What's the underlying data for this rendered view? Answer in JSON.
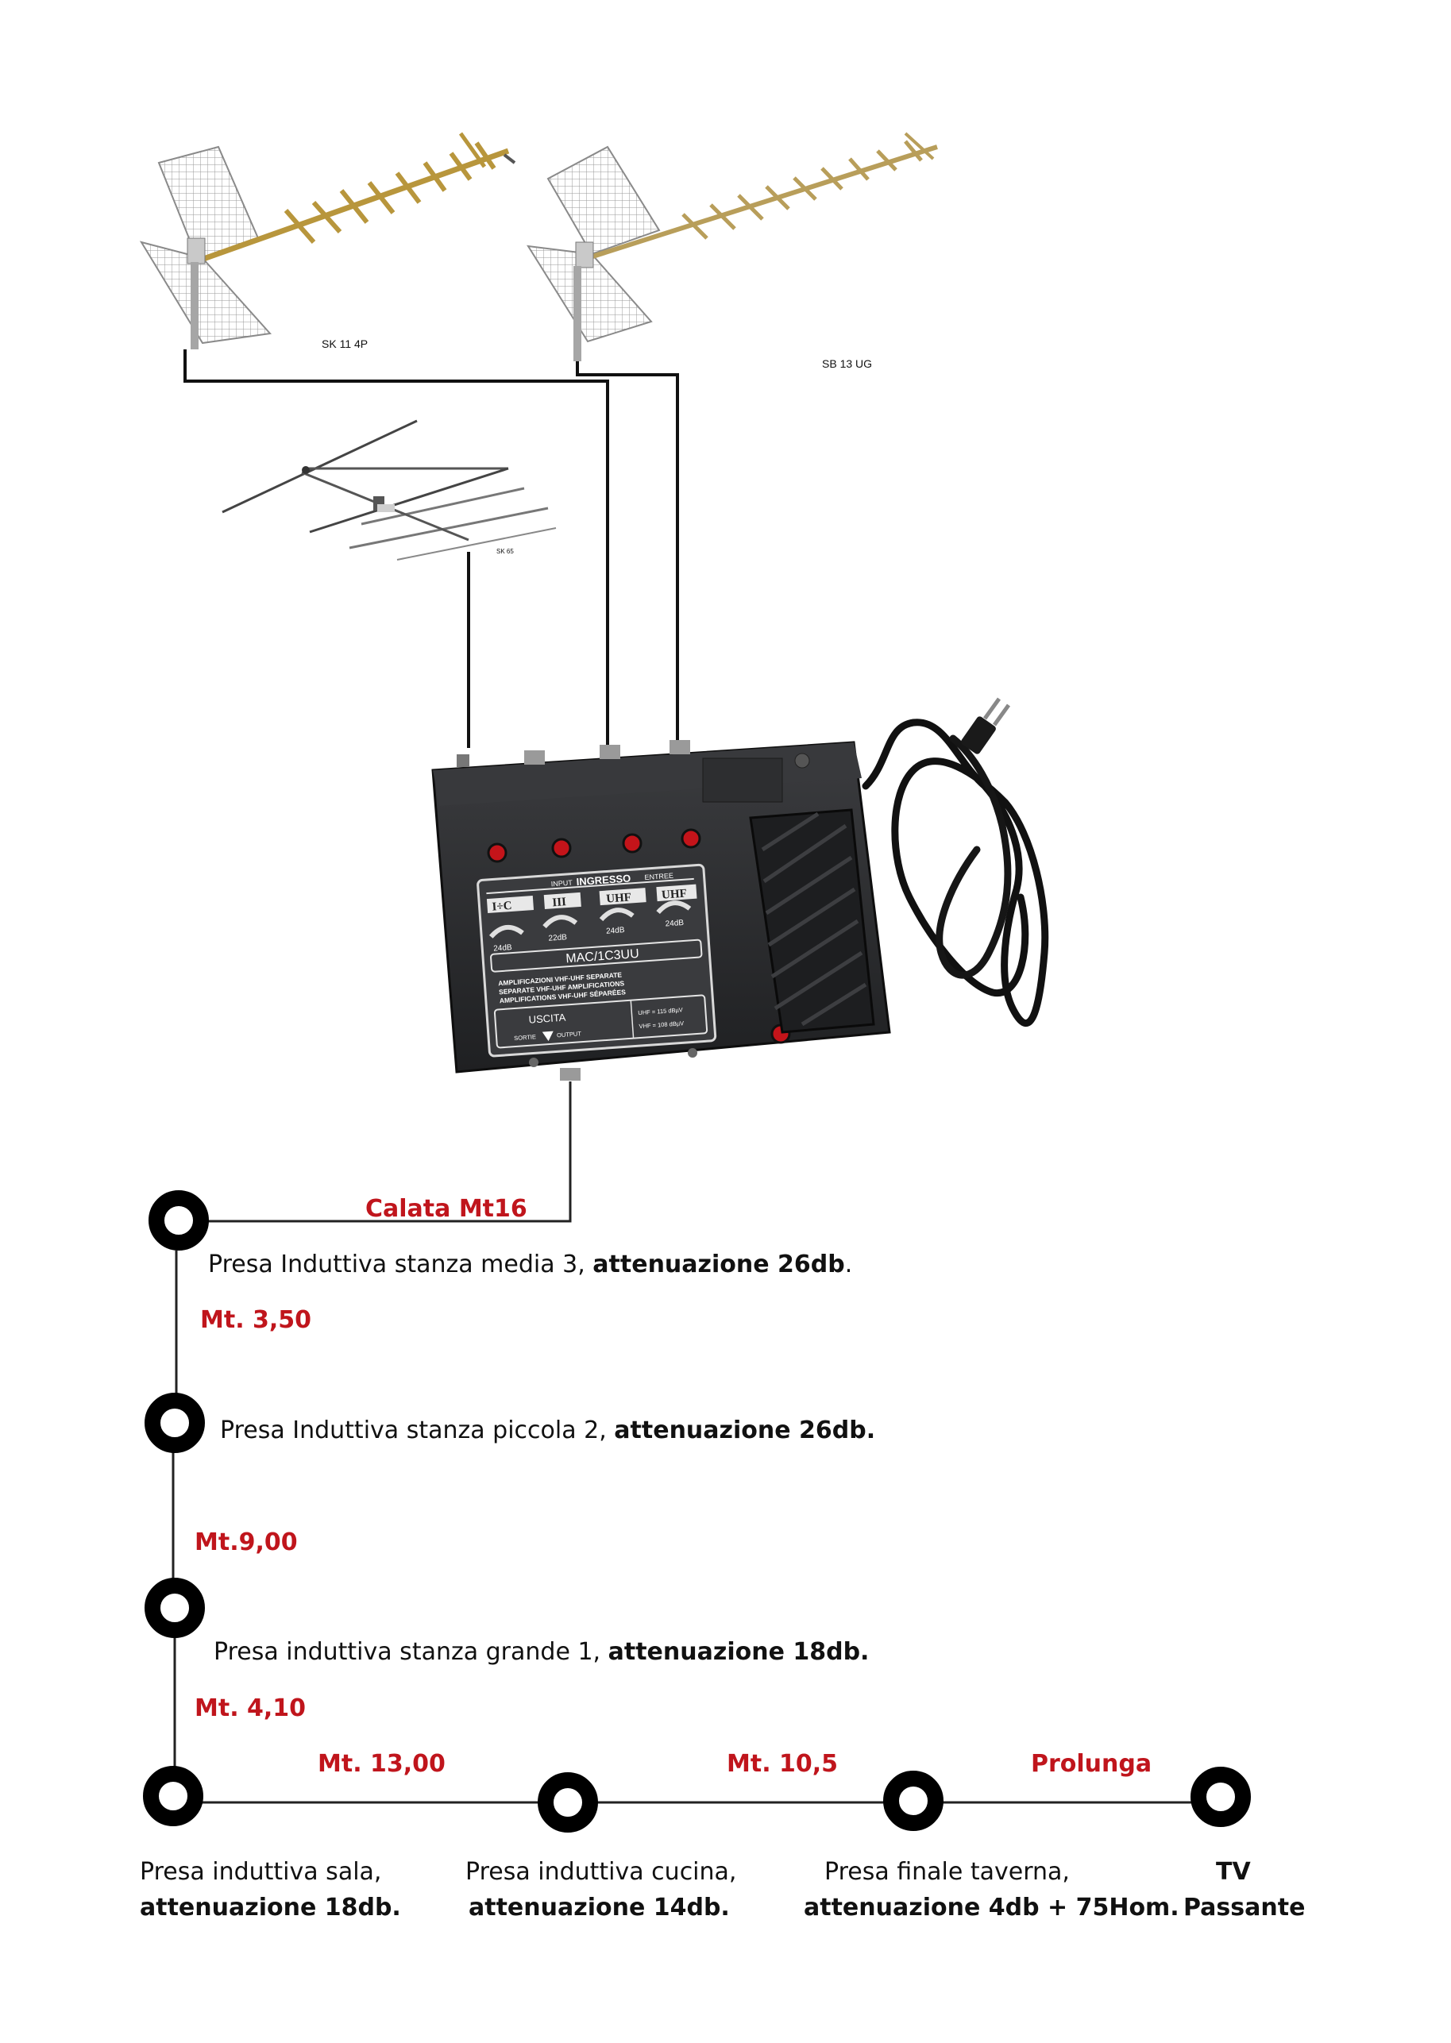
{
  "colors": {
    "cable": "#111111",
    "accent": "#c0151c",
    "amp_body": "#2b2c2e",
    "led": "#c4141a"
  },
  "antennas": [
    {
      "model": "SK 11 4P",
      "icon": "uhf-panel-yagi-antenna-icon"
    },
    {
      "model": "SB 13 UG",
      "icon": "uhf-panel-yagi-antenna-icon"
    },
    {
      "model": "SK 65",
      "icon": "vhf-yagi-antenna-icon"
    }
  ],
  "amplifier": {
    "icon": "tv-amplifier-icon",
    "input_label": "INGRESSO",
    "input_small_left": "INPUT",
    "input_small_right": "ENTREE",
    "bands": [
      "I÷C",
      "III",
      "UHF",
      "UHF"
    ],
    "gains": [
      "24dB",
      "22dB",
      "24dB",
      "24dB"
    ],
    "model": "MAC/1C3UU",
    "desc_lines": [
      "AMPLIFICAZIONI VHF-UHF SEPARATE",
      "SEPARATE VHF-UHF AMPLIFICATIONS",
      "AMPLIFICATIONS VHF-UHF SÉPARÉES"
    ],
    "output_label": "USCITA",
    "output_small_left": "SORTIE",
    "output_small_right": "OUTPUT",
    "levels": [
      "UHF = 115 dBµV",
      "VHF = 108 dBµV"
    ]
  },
  "cable_labels": {
    "drop": "Calata Mt16",
    "seg1": "Mt. 3,50",
    "seg2": "Mt.9,00",
    "seg3": "Mt. 4,10",
    "seg4": "Mt. 13,00",
    "seg5": "Mt. 10,5",
    "seg6": "Prolunga"
  },
  "outlets": {
    "media": {
      "prefix": "Presa Induttiva stanza media 3, ",
      "bold": "attenuazione 26db",
      "suffix": "."
    },
    "piccola": {
      "prefix": "Presa Induttiva stanza piccola 2, ",
      "bold": "attenuazione 26db."
    },
    "grande": {
      "prefix": "Presa induttiva stanza grande 1, ",
      "bold": "attenuazione 18db."
    },
    "sala": {
      "line1": "Presa induttiva sala,",
      "line2": "attenuazione 18db."
    },
    "cucina": {
      "line1": "Presa induttiva cucina,",
      "line2": "attenuazione 14db."
    },
    "taverna": {
      "line1": "Presa finale taverna,",
      "line2": "attenuazione 4db + 75Hom."
    },
    "tv": {
      "line1": "TV",
      "line2": "Passante"
    }
  }
}
